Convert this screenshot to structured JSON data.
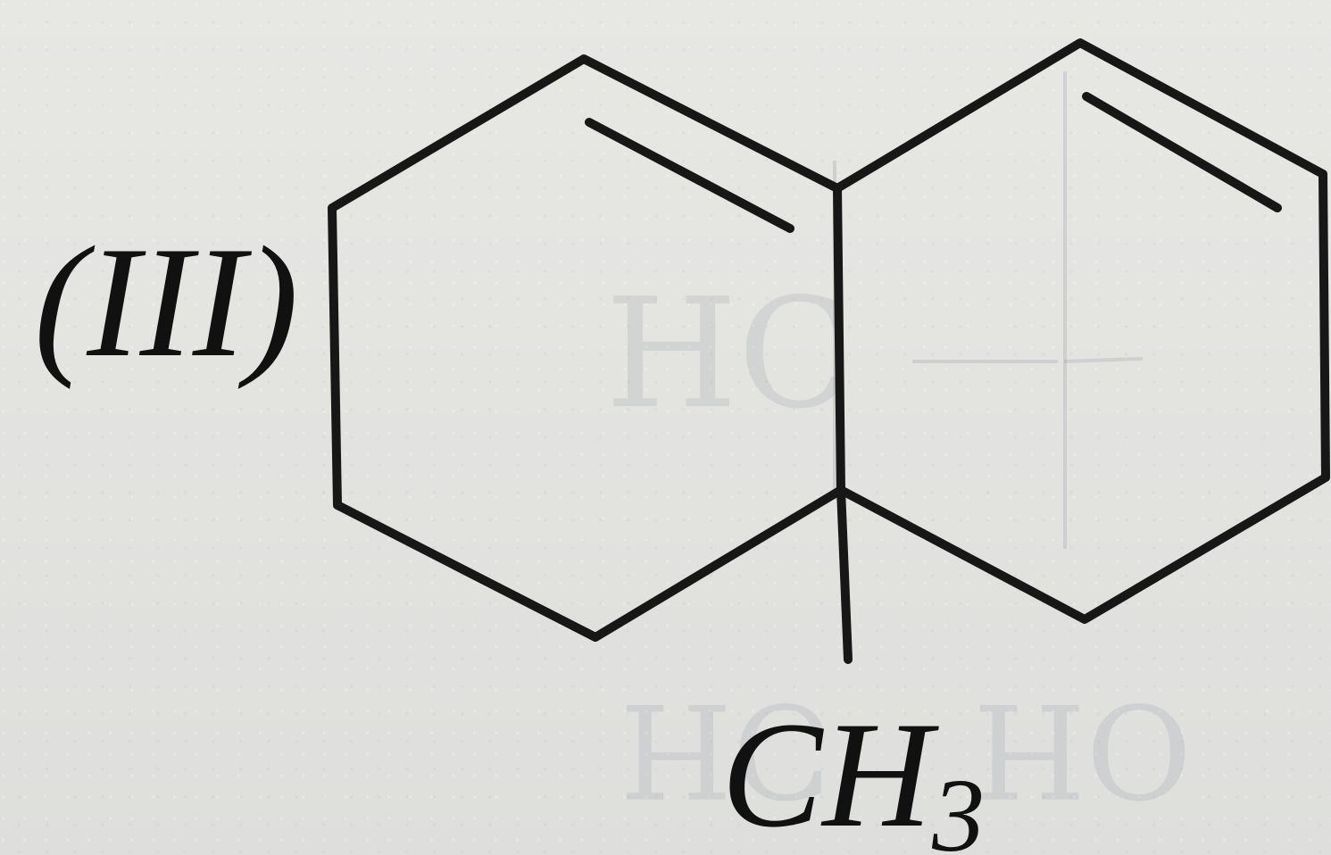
{
  "diagram": {
    "compound_label": "(III)",
    "substituent": {
      "main": "CH",
      "subscript": "3"
    }
  },
  "colors": {
    "paper": "#e2e2df",
    "ink": "#171717",
    "show_through": "#878b9b"
  }
}
